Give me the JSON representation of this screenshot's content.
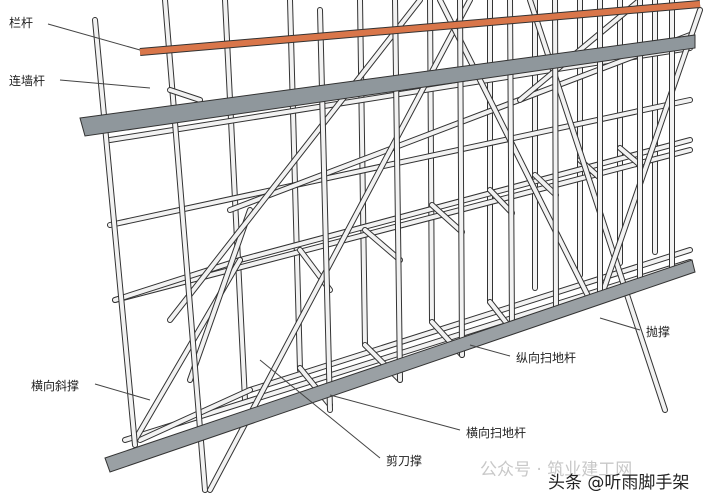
{
  "labels": {
    "railing": "栏杆",
    "wall_tie": "连墙杆",
    "transverse_diagonal": "横向斜撑",
    "outrigger_brace": "抛撑",
    "longitudinal_sweep": "纵向扫地杆",
    "transverse_sweep": "横向扫地杆",
    "scissor_brace": "剪刀撑"
  },
  "watermark": {
    "wechat": "公众号 · 筑业建工网",
    "toutiao": "头条 @听雨脚手架"
  },
  "colors": {
    "railing": "#d9764a",
    "board": "#8f979c",
    "tube": "#f2f2f2"
  }
}
